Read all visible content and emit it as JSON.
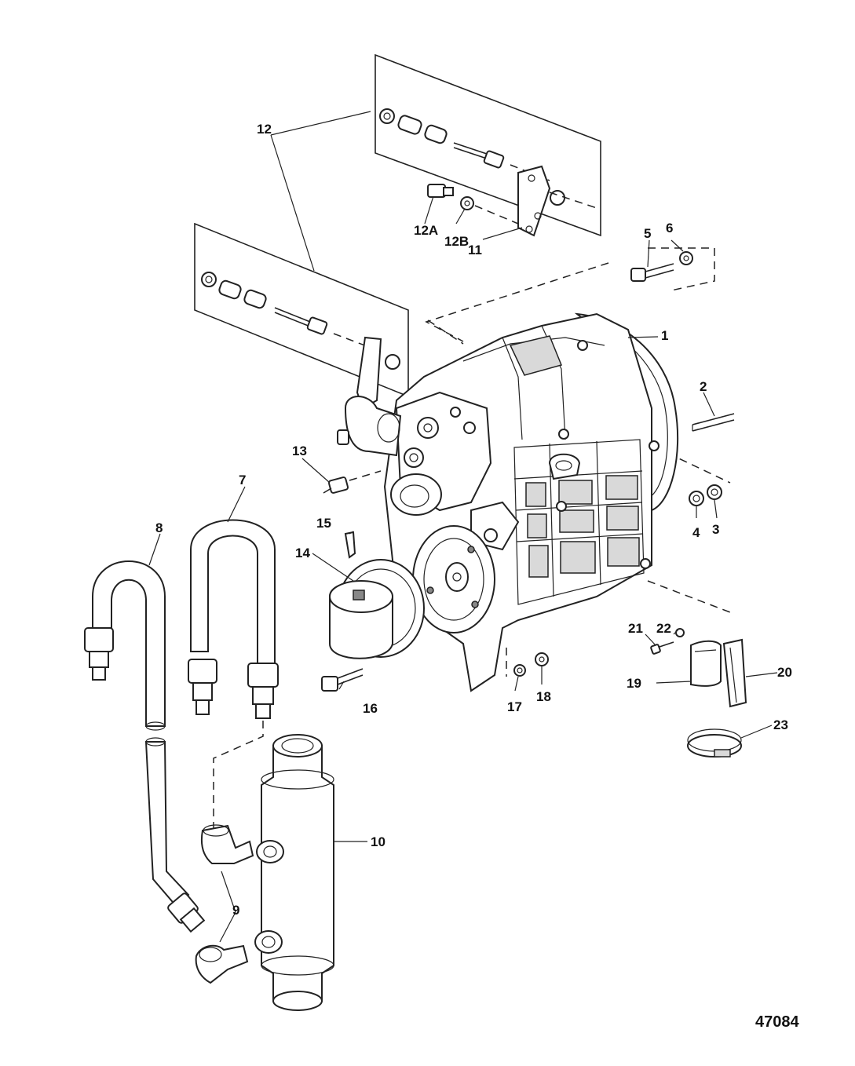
{
  "diagram": {
    "figure_number": "47084",
    "callouts": {
      "c1": "1",
      "c2": "2",
      "c3": "3",
      "c4": "4",
      "c5": "5",
      "c6": "6",
      "c7": "7",
      "c8": "8",
      "c9": "9",
      "c10": "10",
      "c11": "11",
      "c12": "12",
      "c12a": "12A",
      "c12b": "12B",
      "c13": "13",
      "c14": "14",
      "c15": "15",
      "c16": "16",
      "c17": "17",
      "c18": "18",
      "c19": "19",
      "c20": "20",
      "c21": "21",
      "c22": "22",
      "c23": "23"
    }
  }
}
